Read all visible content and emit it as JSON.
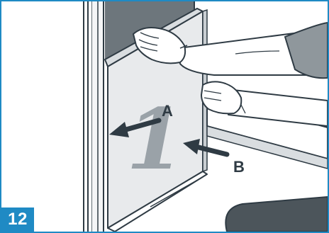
{
  "step": {
    "number": "12"
  },
  "callouts": {
    "a": "A",
    "b": "B"
  },
  "panel": {
    "mark": "1"
  },
  "colors": {
    "accent": "#1f8ac4",
    "ink": "#2f3b44",
    "glass": "#e8eaec",
    "dark_panel": "#6d767c"
  }
}
